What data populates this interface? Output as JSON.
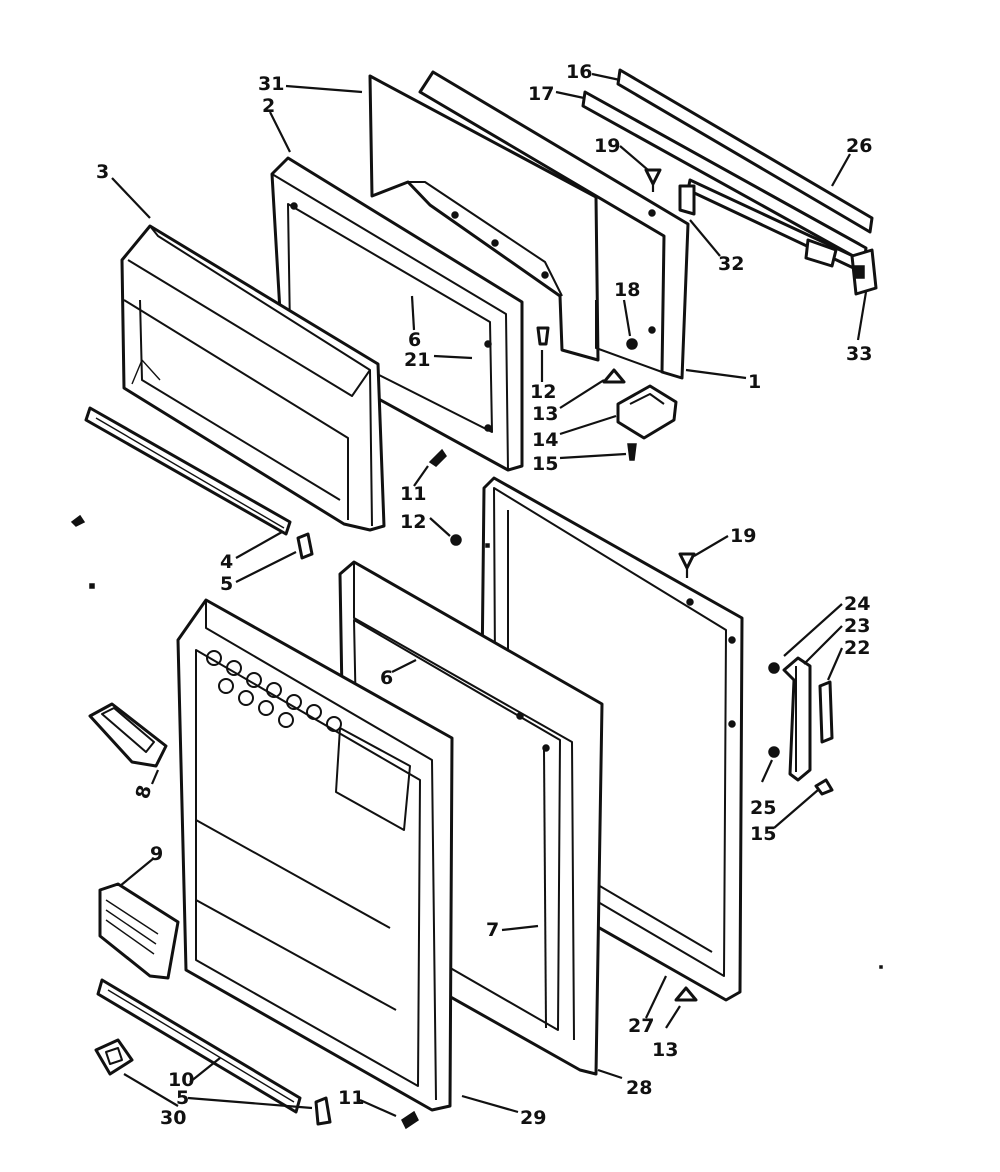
{
  "callouts": [
    {
      "id": "31",
      "text": "31"
    },
    {
      "id": "2",
      "text": "2"
    },
    {
      "id": "3",
      "text": "3"
    },
    {
      "id": "16",
      "text": "16"
    },
    {
      "id": "17",
      "text": "17"
    },
    {
      "id": "26",
      "text": "26"
    },
    {
      "id": "19a",
      "text": "19"
    },
    {
      "id": "32",
      "text": "32"
    },
    {
      "id": "33",
      "text": "33"
    },
    {
      "id": "18",
      "text": "18"
    },
    {
      "id": "1",
      "text": "1"
    },
    {
      "id": "6a",
      "text": "6"
    },
    {
      "id": "21",
      "text": "21"
    },
    {
      "id": "12a",
      "text": "12"
    },
    {
      "id": "13a",
      "text": "13"
    },
    {
      "id": "14",
      "text": "14"
    },
    {
      "id": "15a",
      "text": "15"
    },
    {
      "id": "11a",
      "text": "11"
    },
    {
      "id": "12b",
      "text": "12"
    },
    {
      "id": "4",
      "text": "4"
    },
    {
      "id": "5a",
      "text": "5"
    },
    {
      "id": "19b",
      "text": "19"
    },
    {
      "id": "24",
      "text": "24"
    },
    {
      "id": "23",
      "text": "23"
    },
    {
      "id": "22",
      "text": "22"
    },
    {
      "id": "6b",
      "text": "6"
    },
    {
      "id": "8",
      "text": "8"
    },
    {
      "id": "25",
      "text": "25"
    },
    {
      "id": "15b",
      "text": "15"
    },
    {
      "id": "9",
      "text": "9"
    },
    {
      "id": "7",
      "text": "7"
    },
    {
      "id": "27",
      "text": "27"
    },
    {
      "id": "13b",
      "text": "13"
    },
    {
      "id": "28",
      "text": "28"
    },
    {
      "id": "10",
      "text": "10"
    },
    {
      "id": "5b",
      "text": "5"
    },
    {
      "id": "30",
      "text": "30"
    },
    {
      "id": "11b",
      "text": "11"
    },
    {
      "id": "29",
      "text": "29"
    }
  ]
}
